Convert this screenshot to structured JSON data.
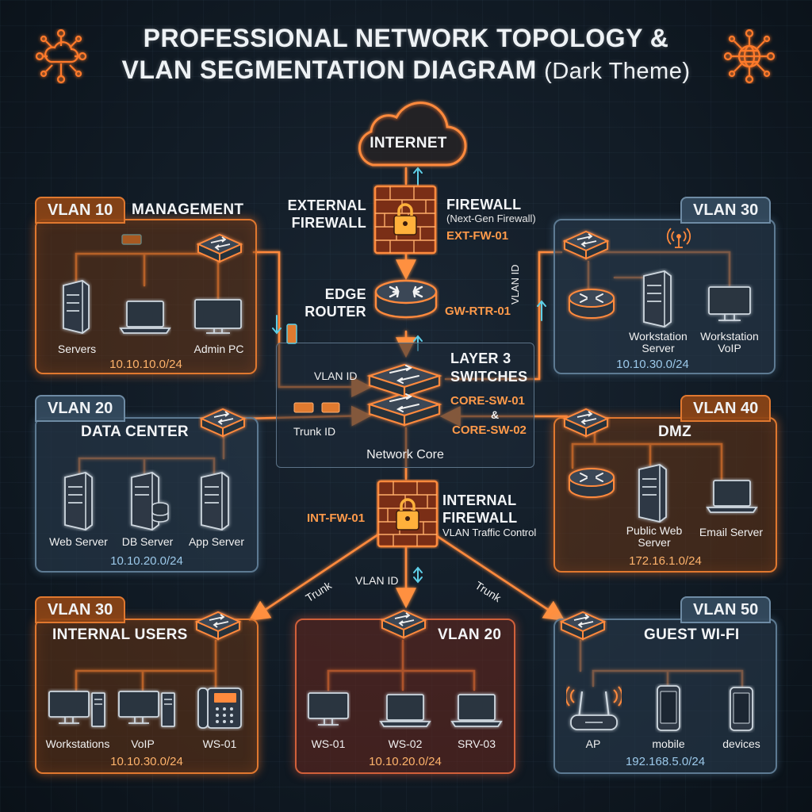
{
  "header": {
    "title_line1": "PROFESSIONAL NETWORK TOPOLOGY &",
    "title_line2": "VLAN SEGMENTATION DIAGRAM",
    "title_suffix": "(Dark Theme)"
  },
  "center": {
    "internet": "INTERNET",
    "ext_fw_label1": "EXTERNAL",
    "ext_fw_label2": "FIREWALL",
    "fw_title": "FIREWALL",
    "fw_sub": "(Next-Gen Firewall)",
    "fw_id": "EXT-FW-01",
    "router_label1": "EDGE",
    "router_label2": "ROUTER",
    "router_id": "GW-RTR-01",
    "switch_label1": "LAYER 3",
    "switch_label2": "SWITCHES",
    "switch_id1": "CORE-SW-01",
    "switch_amp": "&",
    "switch_id2": "CORE-SW-02",
    "vlan_id_tag": "VLAN ID",
    "trunk_id_tag": "Trunk ID",
    "core_label": "Network Core",
    "int_fw_id": "INT-FW-01",
    "int_fw_label1": "INTERNAL",
    "int_fw_label2": "FIREWALL",
    "int_fw_sub": "VLAN Traffic Control",
    "side_vlan_id": "VLAN ID",
    "trunk_left": "Trunk",
    "trunk_right": "Trunk",
    "bottom_vlan_id": "VLAN ID"
  },
  "vlans": {
    "mgmt": {
      "tab": "VLAN 10",
      "name": "MANAGEMENT",
      "items": [
        "Servers",
        "Admin PC"
      ],
      "cidr": "10.10.10.0/24"
    },
    "vlan30_top": {
      "tab": "VLAN 30",
      "items": [
        "Workstation",
        "Server",
        "Workstation",
        "VoIP"
      ],
      "cidr": "10.10.30.0/24"
    },
    "datacenter": {
      "tab": "VLAN 20",
      "name": "DATA CENTER",
      "items": [
        "Web Server",
        "DB Server",
        "App Server"
      ],
      "cidr": "10.10.20.0/24"
    },
    "dmz": {
      "tab": "VLAN 40",
      "name": "DMZ",
      "items": [
        "Public Web",
        "Server",
        "Email Server"
      ],
      "cidr": "172.16.1.0/24"
    },
    "internal_users": {
      "tab": "VLAN 30",
      "name": "INTERNAL USERS",
      "items": [
        "Workstations",
        "VoIP",
        "WS-01"
      ],
      "cidr": "10.10.30.0/24"
    },
    "vlan20_bottom": {
      "name": "VLAN 20",
      "items": [
        "WS-01",
        "WS-02",
        "SRV-03"
      ],
      "cidr": "10.10.20.0/24"
    },
    "guest": {
      "tab": "VLAN 50",
      "name": "GUEST WI-FI",
      "items": [
        "AP",
        "mobile",
        "devices"
      ],
      "cidr": "192.168.5.0/24"
    }
  },
  "colors": {
    "accent_orange": "#ff8a3d",
    "accent_blue": "#9cc9ea",
    "background": "#111b25"
  }
}
